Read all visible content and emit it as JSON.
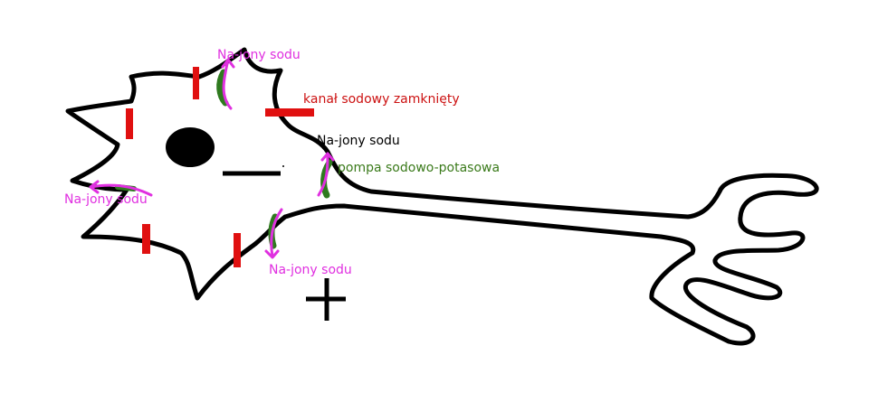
{
  "labels": {
    "sodium_ions_top": "Na-jony sodu",
    "sodium_ions_left": "Na-jony sodu",
    "sodium_ions_bottom": "Na-jony sodu",
    "sodium_ions_right": "Na-jony sodu",
    "closed_channel": "kanał sodowy zamknięty",
    "pump": "pompa sodowo-potasowa",
    "minus_sign": "—",
    "plus_sign": "+"
  },
  "colors": {
    "outline": "#000000",
    "channel": "#e01010",
    "pump": "#2f7a1f",
    "ion": "#e030e0",
    "channel_text": "#cc1111",
    "pump_text": "#3a7a1a",
    "black_text": "#000000"
  }
}
